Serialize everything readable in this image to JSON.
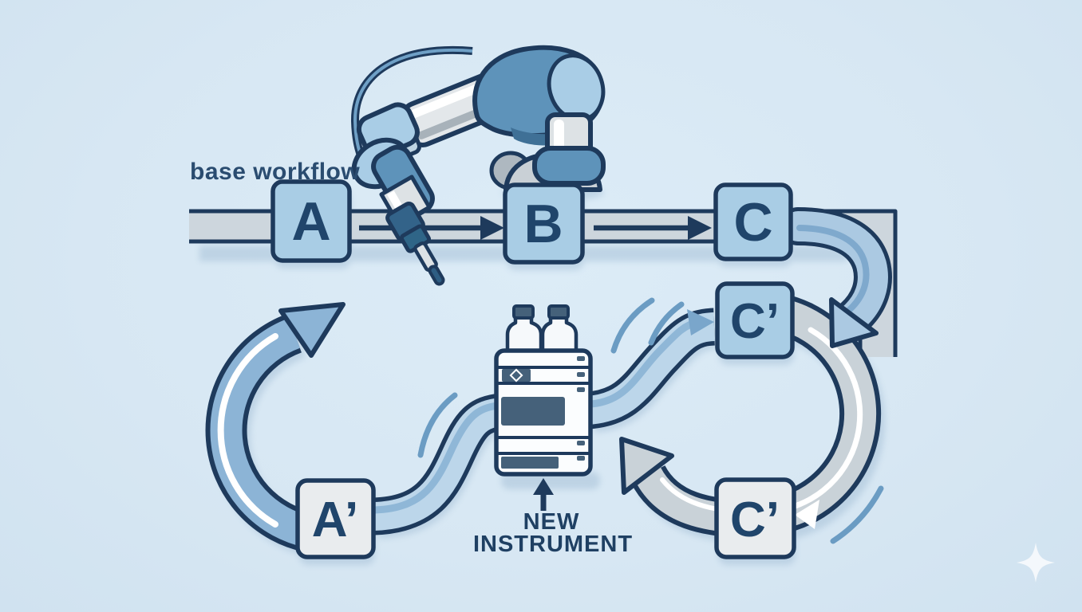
{
  "diagram": {
    "title": "base workflow",
    "base_nodes": [
      "A",
      "B",
      "C"
    ],
    "derived_nodes": {
      "c_prime_top": "C’",
      "a_prime": "A’",
      "c_prime_bottom": "C’"
    },
    "instrument": {
      "label_line1": "NEW",
      "label_line2": "INSTRUMENT"
    },
    "colors": {
      "background": "#D8E8F4",
      "outline_navy": "#1E3A5C",
      "node_blue_fill": "#A9CDE5",
      "node_gray_fill": "#E9ECEE",
      "band_gray": "#CDD6DD",
      "loop_blue": "#8CB4D6",
      "loop_gray": "#C9D2D8",
      "flow_band_blue": "#BCD6EA",
      "flow_stripe_blue": "#7FA9CD",
      "label_navy": "#2A4C70",
      "instrument_panel": "#45617A",
      "robot_blue": "#5E93BA",
      "robot_light_blue": "#A9CDE6",
      "steel_light": "#DDE2E5"
    }
  }
}
